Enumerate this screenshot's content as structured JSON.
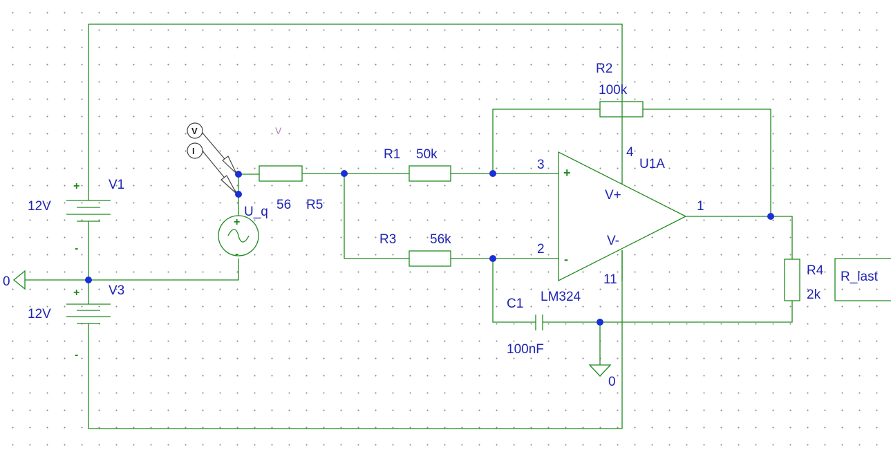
{
  "components": {
    "v1": {
      "name": "V1",
      "value": "12V",
      "plus": "+",
      "minus": "-"
    },
    "v3": {
      "name": "V3",
      "value": "12V",
      "plus": "+",
      "minus": "-"
    },
    "uq": {
      "name": "U_q",
      "plus": "+",
      "minus": "-"
    },
    "r5": {
      "name": "R5",
      "value": "56"
    },
    "r1": {
      "name": "R1",
      "value": "50k"
    },
    "r2": {
      "name": "R2",
      "value": "100k"
    },
    "r3": {
      "name": "R3",
      "value": "56k"
    },
    "r4": {
      "name": "R4",
      "value": "2k"
    },
    "c1": {
      "name": "C1",
      "value": "100nF"
    },
    "u1": {
      "name": "U1A",
      "part": "LM324",
      "in_plus": "+",
      "in_minus": "-",
      "vplus": "V+",
      "vminus": "V-",
      "pin_noninv": "3",
      "pin_inv": "2",
      "pin_out": "1",
      "pin_vplus": "4",
      "pin_vminus": "11"
    }
  },
  "grounds": {
    "left": "0",
    "bottom": "0"
  },
  "probes": {
    "voltage": "V",
    "current": "I"
  },
  "voltage_marker": "V",
  "offpage_connector": "R_last"
}
